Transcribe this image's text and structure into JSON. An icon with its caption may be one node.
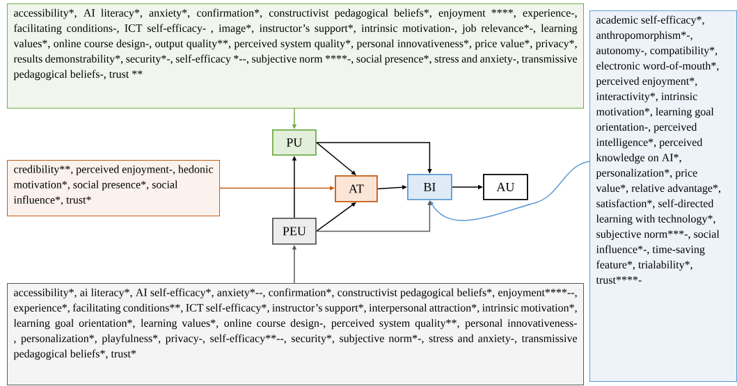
{
  "diagram": {
    "nodes": [
      {
        "text": [
          "accessibility*, AI literacy*, anxiety*, confirmation*, constructivist pedagogical beliefs*, enjoyment ****, experience-, facilitating conditions-, ICT self-efficacy- , image*, instructor’s support*, intrinsic motivation-, job relevance*-, learning values*, online course design-, output quality**, perceived system quality*, personal innovativeness*, price value*, privacy*, results demonstrability*, security*-, self-efficacy *--, subjective norm ****-, social presence*, stress and anxiety-, transmissive pedagogical beliefs-, trust **"
        ]
      },
      {
        "text": [
          "academic self-efficacy*, anthropomorphism*-, autonomy-, compatibility*, electronic word-of-mouth*, perceived enjoyment*, interactivity*, intrinsic motivation*, learning goal orientation-, perceived intelligence*, perceived knowledge on AI*, personalization*, price value*, relative advantage*, satisfaction*, self-directed learning with technology*, subjective norm***-, social influence*-, time-saving feature*, trialability*, trust****-"
        ]
      },
      {
        "text": [
          "PU"
        ]
      },
      {
        "text": [
          "credibility**, perceived enjoyment-, hedonic motivation*, social presence*, social influence*, trust*"
        ]
      },
      {
        "text": [
          "AT"
        ]
      },
      {
        "text": [
          "BI"
        ]
      },
      {
        "text": [
          "AU"
        ]
      },
      {
        "text": [
          "PEU"
        ]
      },
      {
        "text": [
          "accessibility*, ai literacy*, AI self-efficacy*, anxiety*--, confirmation*, constructivist pedagogical beliefs*, enjoyment****--, experience*, facilitating conditions**, ICT self-efficacy*, instructor’s support*, interpersonal attraction*, intrinsic motivation*, learning goal orientation*, learning values*, online course design-, perceived system quality**, personal innovativeness-, personalization*, playfulness*, privacy-, self-efficacy**--, security*, subjective norm*-, stress and anxiety-, transmissive pedagogical beliefs*, trust*"
        ]
      }
    ],
    "edges": [
      {
        "from": 0,
        "to": 2,
        "arrow": "to",
        "color": "#70ad47"
      },
      {
        "from": 3,
        "to": 4,
        "arrow": "to",
        "color": "#c55a11"
      },
      {
        "from": 8,
        "to": 7,
        "arrow": "to",
        "color": "#595959"
      },
      {
        "from": 1,
        "to": 5,
        "arrow": "to",
        "color": "#5b9bd5"
      },
      {
        "from": 7,
        "to": 2,
        "arrow": "to"
      },
      {
        "from": 2,
        "to": 4,
        "arrow": "to"
      },
      {
        "from": 2,
        "to": 5,
        "arrow": "to"
      },
      {
        "from": 7,
        "to": 4,
        "arrow": "to"
      },
      {
        "from": 7,
        "to": 5,
        "arrow": "to",
        "color": "#595959"
      },
      {
        "from": 4,
        "to": 5,
        "arrow": "to"
      },
      {
        "from": 5,
        "to": 6,
        "arrow": "to"
      }
    ]
  }
}
